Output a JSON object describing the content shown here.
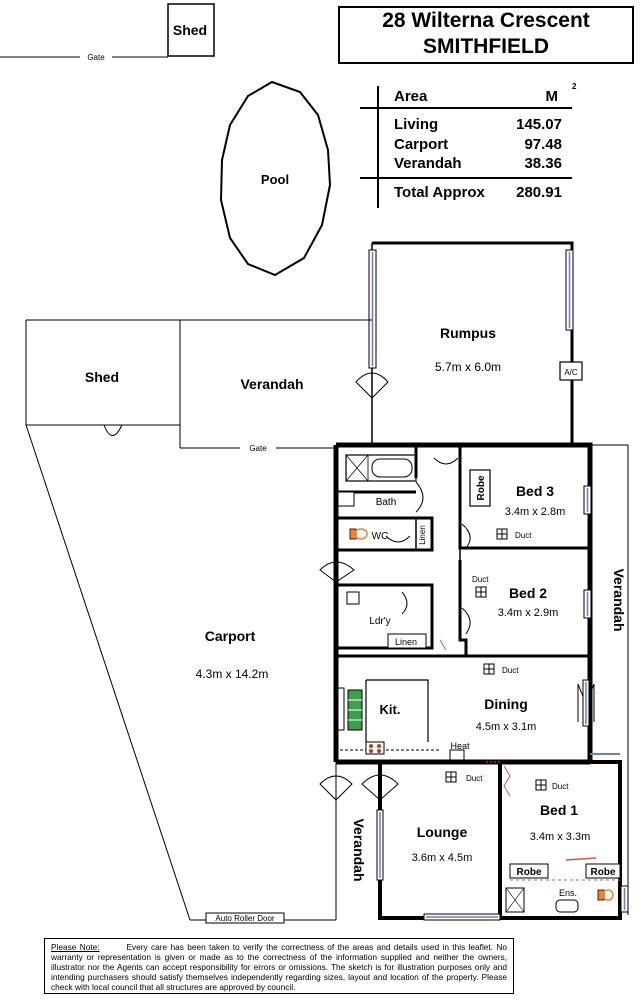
{
  "title": {
    "address_line1": "28 Wilterna Crescent",
    "address_line2": "SMITHFIELD"
  },
  "area_table": {
    "header_label": "Area",
    "header_unit": "M",
    "header_unit_sup": "2",
    "rows": [
      {
        "label": "Living",
        "value": "145.07"
      },
      {
        "label": "Carport",
        "value": "97.48"
      },
      {
        "label": "Verandah",
        "value": "38.36"
      }
    ],
    "total_label": "Total Approx",
    "total_value": "280.91"
  },
  "rooms": {
    "shed_top": "Shed",
    "gate_top": "Gate",
    "pool": "Pool",
    "rumpus": "Rumpus",
    "rumpus_dim": "5.7m x 6.0m",
    "ac": "A/C",
    "shed_left": "Shed",
    "verandah_top": "Verandah",
    "gate_mid": "Gate",
    "bath": "Bath",
    "wc": "WC",
    "linen_wc": "Linen",
    "robe_bed3": "Robe",
    "bed3": "Bed 3",
    "bed3_dim": "3.4m x 2.8m",
    "duct_bed3": "Duct",
    "duct_bed2": "Duct",
    "bed2": "Bed 2",
    "bed2_dim": "3.4m x 2.9m",
    "verandah_right": "Verandah",
    "laundry": "Ldr'y",
    "linen_laundry": "Linen",
    "carport": "Carport",
    "carport_dim": "4.3m x 14.2m",
    "duct_dining": "Duct",
    "kitchen": "Kit.",
    "dining": "Dining",
    "dining_dim": "4.5m x 3.1m",
    "heat": "Heat",
    "duct_lounge": "Duct",
    "duct_bed1": "Duct",
    "verandah_left": "Verandah",
    "lounge": "Lounge",
    "lounge_dim": "3.6m x 4.5m",
    "bed1": "Bed 1",
    "bed1_dim": "3.4m x 3.3m",
    "robe_bed1_left": "Robe",
    "robe_bed1_right": "Robe",
    "ensuite": "Ens.",
    "auto_roller_door": "Auto Roller Door"
  },
  "note": {
    "heading": "Please Note:",
    "body": "Every care has been taken to verify the correctness of the areas and details used in this leaflet. No warranty or representation is given or made as to the correctness of the information supplied and neither the owners, illustrator nor the Agents can accept responsibility for errors or omissions. The sketch is for illustration purposes only and intending purchasers should satisfy themselves independently regarding sizes, layout and location of the property. Please check with local council that all structures are approved by council."
  }
}
